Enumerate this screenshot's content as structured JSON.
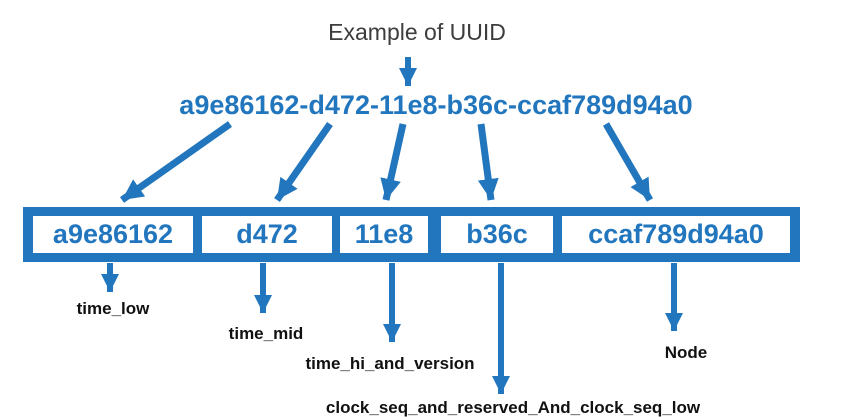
{
  "title": "Example of UUID",
  "uuid": {
    "full": "a9e86162-d472-11e8-b36c-ccaf789d94a0",
    "segments": [
      {
        "value": "a9e86162",
        "label": "time_low"
      },
      {
        "value": "d472",
        "label": "time_mid"
      },
      {
        "value": "11e8",
        "label": "time_hi_and_version"
      },
      {
        "value": "b36c",
        "label": "clock_seq_and_reserved_And_clock_seq_low"
      },
      {
        "value": "ccaf789d94a0",
        "label": "Node"
      }
    ]
  },
  "colors": {
    "accent": "#2276bd",
    "title_text": "#3d3d3d",
    "label_text": "#111111",
    "background": "#ffffff"
  }
}
